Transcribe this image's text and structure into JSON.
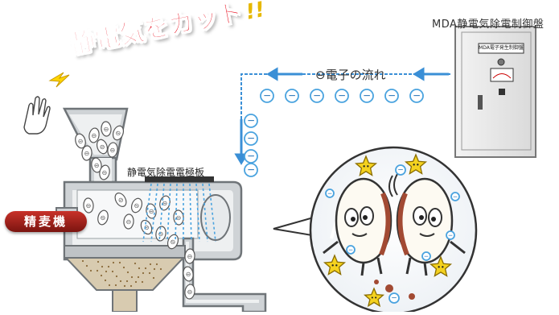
{
  "headline": {
    "text": "静電気をカット",
    "mark": "!!"
  },
  "controller": {
    "title": "MDA静電気除電制御盤",
    "panel_label": "MDA電子発生制御盤"
  },
  "flow": {
    "label": "⊖電子の流れ",
    "electron_symbol": "−"
  },
  "plate": {
    "label": "静電気除電電極板"
  },
  "machine": {
    "label": "精麦機",
    "grain_symbol": "⊖"
  },
  "colors": {
    "accent_red": "#e60012",
    "electron_blue": "#4aa3df",
    "flow_arrow": "#3a8fd6",
    "badge_red": "#b8241c",
    "star_yellow": "#f4d21f"
  },
  "icons": [
    "lightning-icon",
    "hand-icon",
    "star-face-icon",
    "electron-icon"
  ]
}
